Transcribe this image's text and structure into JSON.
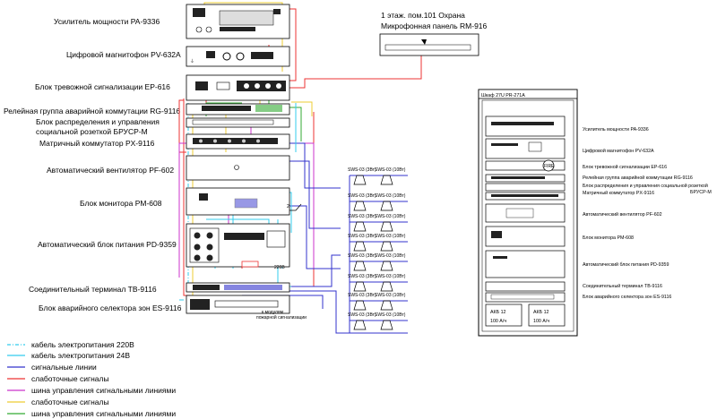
{
  "devices": [
    {
      "id": "pa9336",
      "label": "Усилитель мощности PA-9336"
    },
    {
      "id": "pv632a",
      "label": "Цифровой магнитофон PV-632A"
    },
    {
      "id": "ep616",
      "label": "Блок тревожной сигнализации EP-616"
    },
    {
      "id": "rg9116",
      "label": "Релейная группа аварийной коммутации RG-9116"
    },
    {
      "id": "brusr1",
      "label": "Блок распределения и управления"
    },
    {
      "id": "brusr2",
      "label": "социальной розеткой БРУСР-М"
    },
    {
      "id": "px9116",
      "label": "Матричный коммутатор PX-9116"
    },
    {
      "id": "pf602",
      "label": "Автоматический вентилятор PF-602"
    },
    {
      "id": "pm608",
      "label": "Блок монитора PM-608"
    },
    {
      "id": "pd9359",
      "label": "Автоматический блок питания PD-9359"
    },
    {
      "id": "tb9116",
      "label": "Соединительный терминал TB-9116"
    },
    {
      "id": "es9116",
      "label": "Блок аварийного селектора зон ES-9116"
    }
  ],
  "mic_panel": {
    "line1": "1 этаж. пом.101 Охрана",
    "line2": "Микрофонная панель RM-916"
  },
  "speakers": {
    "left": "SWS-03 (3Вт)",
    "right": "SWS-03 (10Вт)"
  },
  "fire_note": {
    "line1": "к модулям",
    "line2": "пожарной сигнализации"
  },
  "battery_small": "АКБ 12",
  "voltage_220": "220В",
  "rack": {
    "title": "Шкаф 27U PR-271A",
    "items": [
      "Усилитель мощности PA-9336",
      "Цифровой магнитофон PV-632A",
      "Блок тревожной сигнализации EP-616",
      "Релейная группа аварийной коммутации RG-9116",
      "Блок распределения и управления социальной розеткой",
      "БРУСР-М",
      "Матричный коммутатор PX-9116",
      "Автоматический вентилятор PF-602",
      "Блок монитора PM-608",
      "Автоматический блок питания PD-9359",
      "Соединительный терминал TB-9116",
      "Блок аварийного селектора зон ES-9116"
    ],
    "battery_label": "АКБ 12",
    "battery_capacity": "100 А/ч",
    "fire_badge": "FIRE"
  },
  "legend": [
    {
      "label": "кабель электропитания 220В",
      "color": "#33ccee",
      "style": "dashdot"
    },
    {
      "label": "кабель электропитания 24В",
      "color": "#33ccee",
      "style": "solid"
    },
    {
      "label": "сигнальные линии",
      "color": "#3333cc",
      "style": "solid"
    },
    {
      "label": "слаботочные сигналы",
      "color": "#ee3333",
      "style": "solid"
    },
    {
      "label": "шина управления сигнальными линиями",
      "color": "#cc33cc",
      "style": "solid"
    },
    {
      "label": "слаботочные сигналы",
      "color": "#eecc33",
      "style": "solid"
    },
    {
      "label": "шина управления сигнальными линиями",
      "color": "#33aa33",
      "style": "solid"
    }
  ]
}
